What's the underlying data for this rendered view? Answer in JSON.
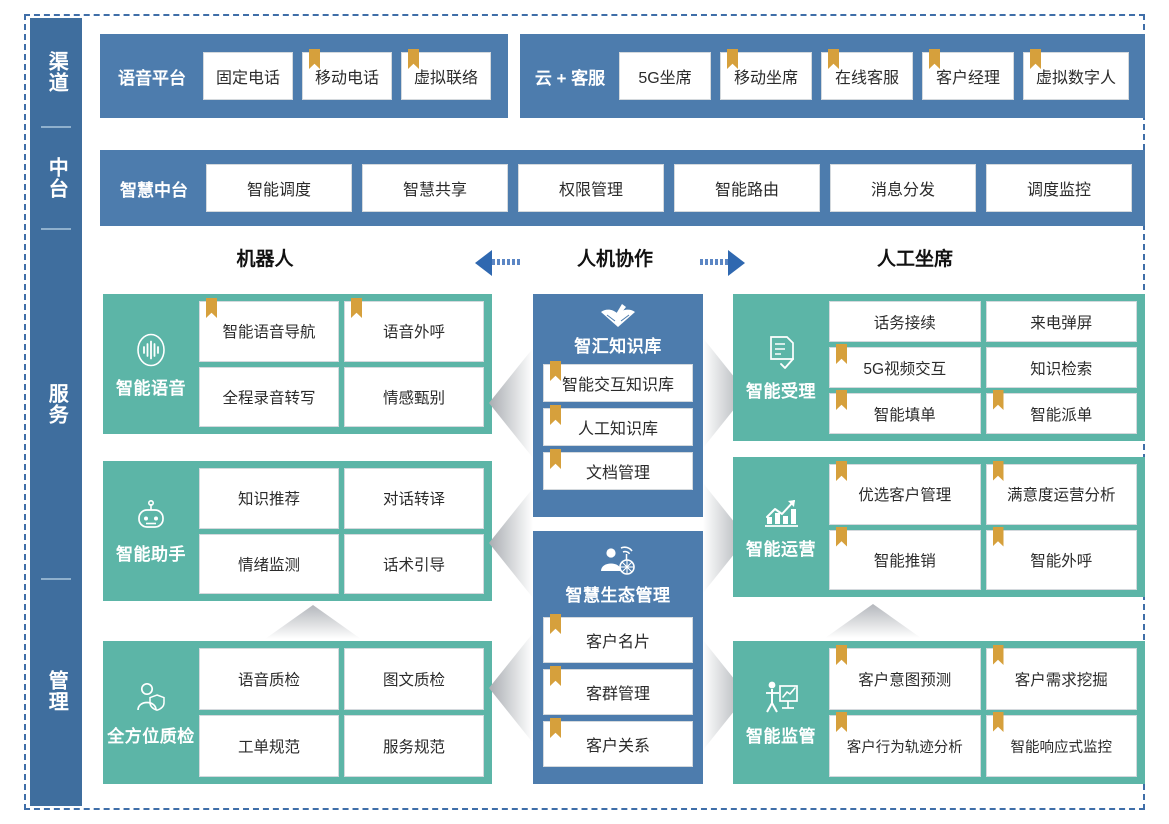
{
  "rail": {
    "items": [
      {
        "label": "渠道",
        "name": "rail-channel"
      },
      {
        "label": "中台",
        "name": "rail-midplatform"
      },
      {
        "label": "服务",
        "name": "rail-service"
      },
      {
        "label": "管理",
        "name": "rail-management"
      }
    ]
  },
  "row_channel": {
    "groups": [
      {
        "title": "语音平台",
        "chips": [
          {
            "label": "固定电话",
            "flag": false
          },
          {
            "label": "移动电话",
            "flag": false
          },
          {
            "label": "虚拟联络",
            "flag": true
          }
        ]
      },
      {
        "title": "云 + 客服",
        "chips": [
          {
            "label": "5G坐席",
            "flag": true
          },
          {
            "label": "移动坐席",
            "flag": false
          },
          {
            "label": "在线客服",
            "flag": true
          },
          {
            "label": "客户经理",
            "flag": true
          },
          {
            "label": "虚拟数字人",
            "flag": true
          }
        ]
      }
    ]
  },
  "row_midplatform": {
    "title": "智慧中台",
    "chips": [
      {
        "label": "智能调度",
        "flag": false
      },
      {
        "label": "智慧共享",
        "flag": false
      },
      {
        "label": "权限管理",
        "flag": false
      },
      {
        "label": "智能路由",
        "flag": false
      },
      {
        "label": "消息分发",
        "flag": false
      },
      {
        "label": "调度监控",
        "flag": false
      }
    ]
  },
  "column_headers": {
    "left": "机器人",
    "center": "人机协作",
    "right": "人工坐席"
  },
  "left_column": [
    {
      "title": "智能语音",
      "icon": "voice-wave-icon",
      "chips": [
        {
          "label": "智能语音导航",
          "flag": true
        },
        {
          "label": "语音外呼",
          "flag": true
        },
        {
          "label": "全程录音转写",
          "flag": false
        },
        {
          "label": "情感甄别",
          "flag": false
        }
      ]
    },
    {
      "title": "智能助手",
      "icon": "robot-icon",
      "chips": [
        {
          "label": "知识推荐",
          "flag": false
        },
        {
          "label": "对话转译",
          "flag": false
        },
        {
          "label": "情绪监测",
          "flag": false
        },
        {
          "label": "话术引导",
          "flag": false
        }
      ]
    },
    {
      "title": "全方位质检",
      "icon": "person-shield-icon",
      "chips": [
        {
          "label": "语音质检",
          "flag": false
        },
        {
          "label": "图文质检",
          "flag": false
        },
        {
          "label": "工单规范",
          "flag": false
        },
        {
          "label": "服务规范",
          "flag": false
        }
      ]
    }
  ],
  "center_column": [
    {
      "title": "智汇知识库",
      "icon": "open-book-pen-icon",
      "chips": [
        {
          "label": "智能交互知识库",
          "flag": true
        },
        {
          "label": "人工知识库",
          "flag": true
        },
        {
          "label": "文档管理",
          "flag": true
        }
      ]
    },
    {
      "title": "智慧生态管理",
      "icon": "person-network-icon",
      "chips": [
        {
          "label": "客户名片",
          "flag": true
        },
        {
          "label": "客群管理",
          "flag": true
        },
        {
          "label": "客户关系",
          "flag": true
        }
      ]
    }
  ],
  "right_column": [
    {
      "title": "智能受理",
      "icon": "document-check-icon",
      "chips": [
        {
          "label": "话务接续",
          "flag": false
        },
        {
          "label": "来电弹屏",
          "flag": false
        },
        {
          "label": "5G视频交互",
          "flag": true
        },
        {
          "label": "知识检索",
          "flag": false
        },
        {
          "label": "智能填单",
          "flag": true
        },
        {
          "label": "智能派单",
          "flag": true
        }
      ]
    },
    {
      "title": "智能运营",
      "icon": "bar-chart-trend-icon",
      "chips": [
        {
          "label": "优选客户管理",
          "flag": true
        },
        {
          "label": "满意度运营分析",
          "flag": true
        },
        {
          "label": "智能推销",
          "flag": true
        },
        {
          "label": "智能外呼",
          "flag": true
        }
      ]
    },
    {
      "title": "智能监管",
      "icon": "presenter-board-icon",
      "chips": [
        {
          "label": "客户意图预测",
          "flag": true
        },
        {
          "label": "客户需求挖掘",
          "flag": true
        },
        {
          "label": "客户行为轨迹分析",
          "flag": true
        },
        {
          "label": "智能响应式监控",
          "flag": true
        }
      ]
    }
  ],
  "colors": {
    "blue": "#4d7cad",
    "rail_blue": "#3f6e9e",
    "teal": "#5cb5a7",
    "flag_gold": "#d6a03c",
    "frame_dash": "#3f6ea8",
    "arrow_blue": "#2f68b0",
    "chevron_gray": "#c9ccd0"
  }
}
